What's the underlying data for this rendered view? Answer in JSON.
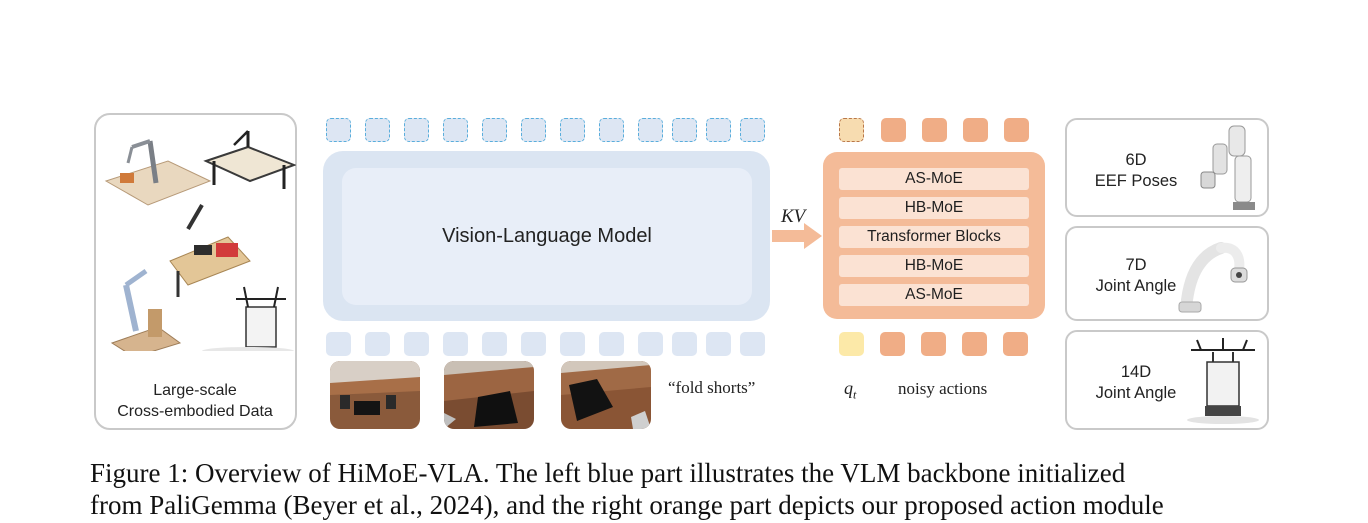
{
  "figure": {
    "left_panel": {
      "label_line1": "Large-scale",
      "label_line2": "Cross-embodied Data"
    },
    "vlm": {
      "title": "Vision-Language Model",
      "instruction": "“fold shorts”"
    },
    "kv": {
      "label": "KV"
    },
    "action_module": {
      "layers": [
        "AS-MoE",
        "HB-MoE",
        "Transformer Blocks",
        "HB-MoE",
        "AS-MoE"
      ],
      "q_label": "q",
      "q_subscript": "t",
      "noisy_label": "noisy actions"
    },
    "outputs": [
      {
        "line1": "6D",
        "line2": "EEF Poses"
      },
      {
        "line1": "7D",
        "line2": "Joint Angle"
      },
      {
        "line1": "14D",
        "line2": "Joint Angle"
      }
    ],
    "colors": {
      "vlm_blue": "#dbe5f2",
      "action_orange": "#f4bb98",
      "token_orange": "#f0ad86",
      "q_yellow": "#fce9a8"
    }
  },
  "caption": {
    "line1": "Figure 1:  Overview of HiMoE-VLA. The left blue part illustrates the VLM backbone initialized",
    "line2": "from PaliGemma (Beyer et al., 2024), and the right orange part depicts our proposed action module"
  }
}
